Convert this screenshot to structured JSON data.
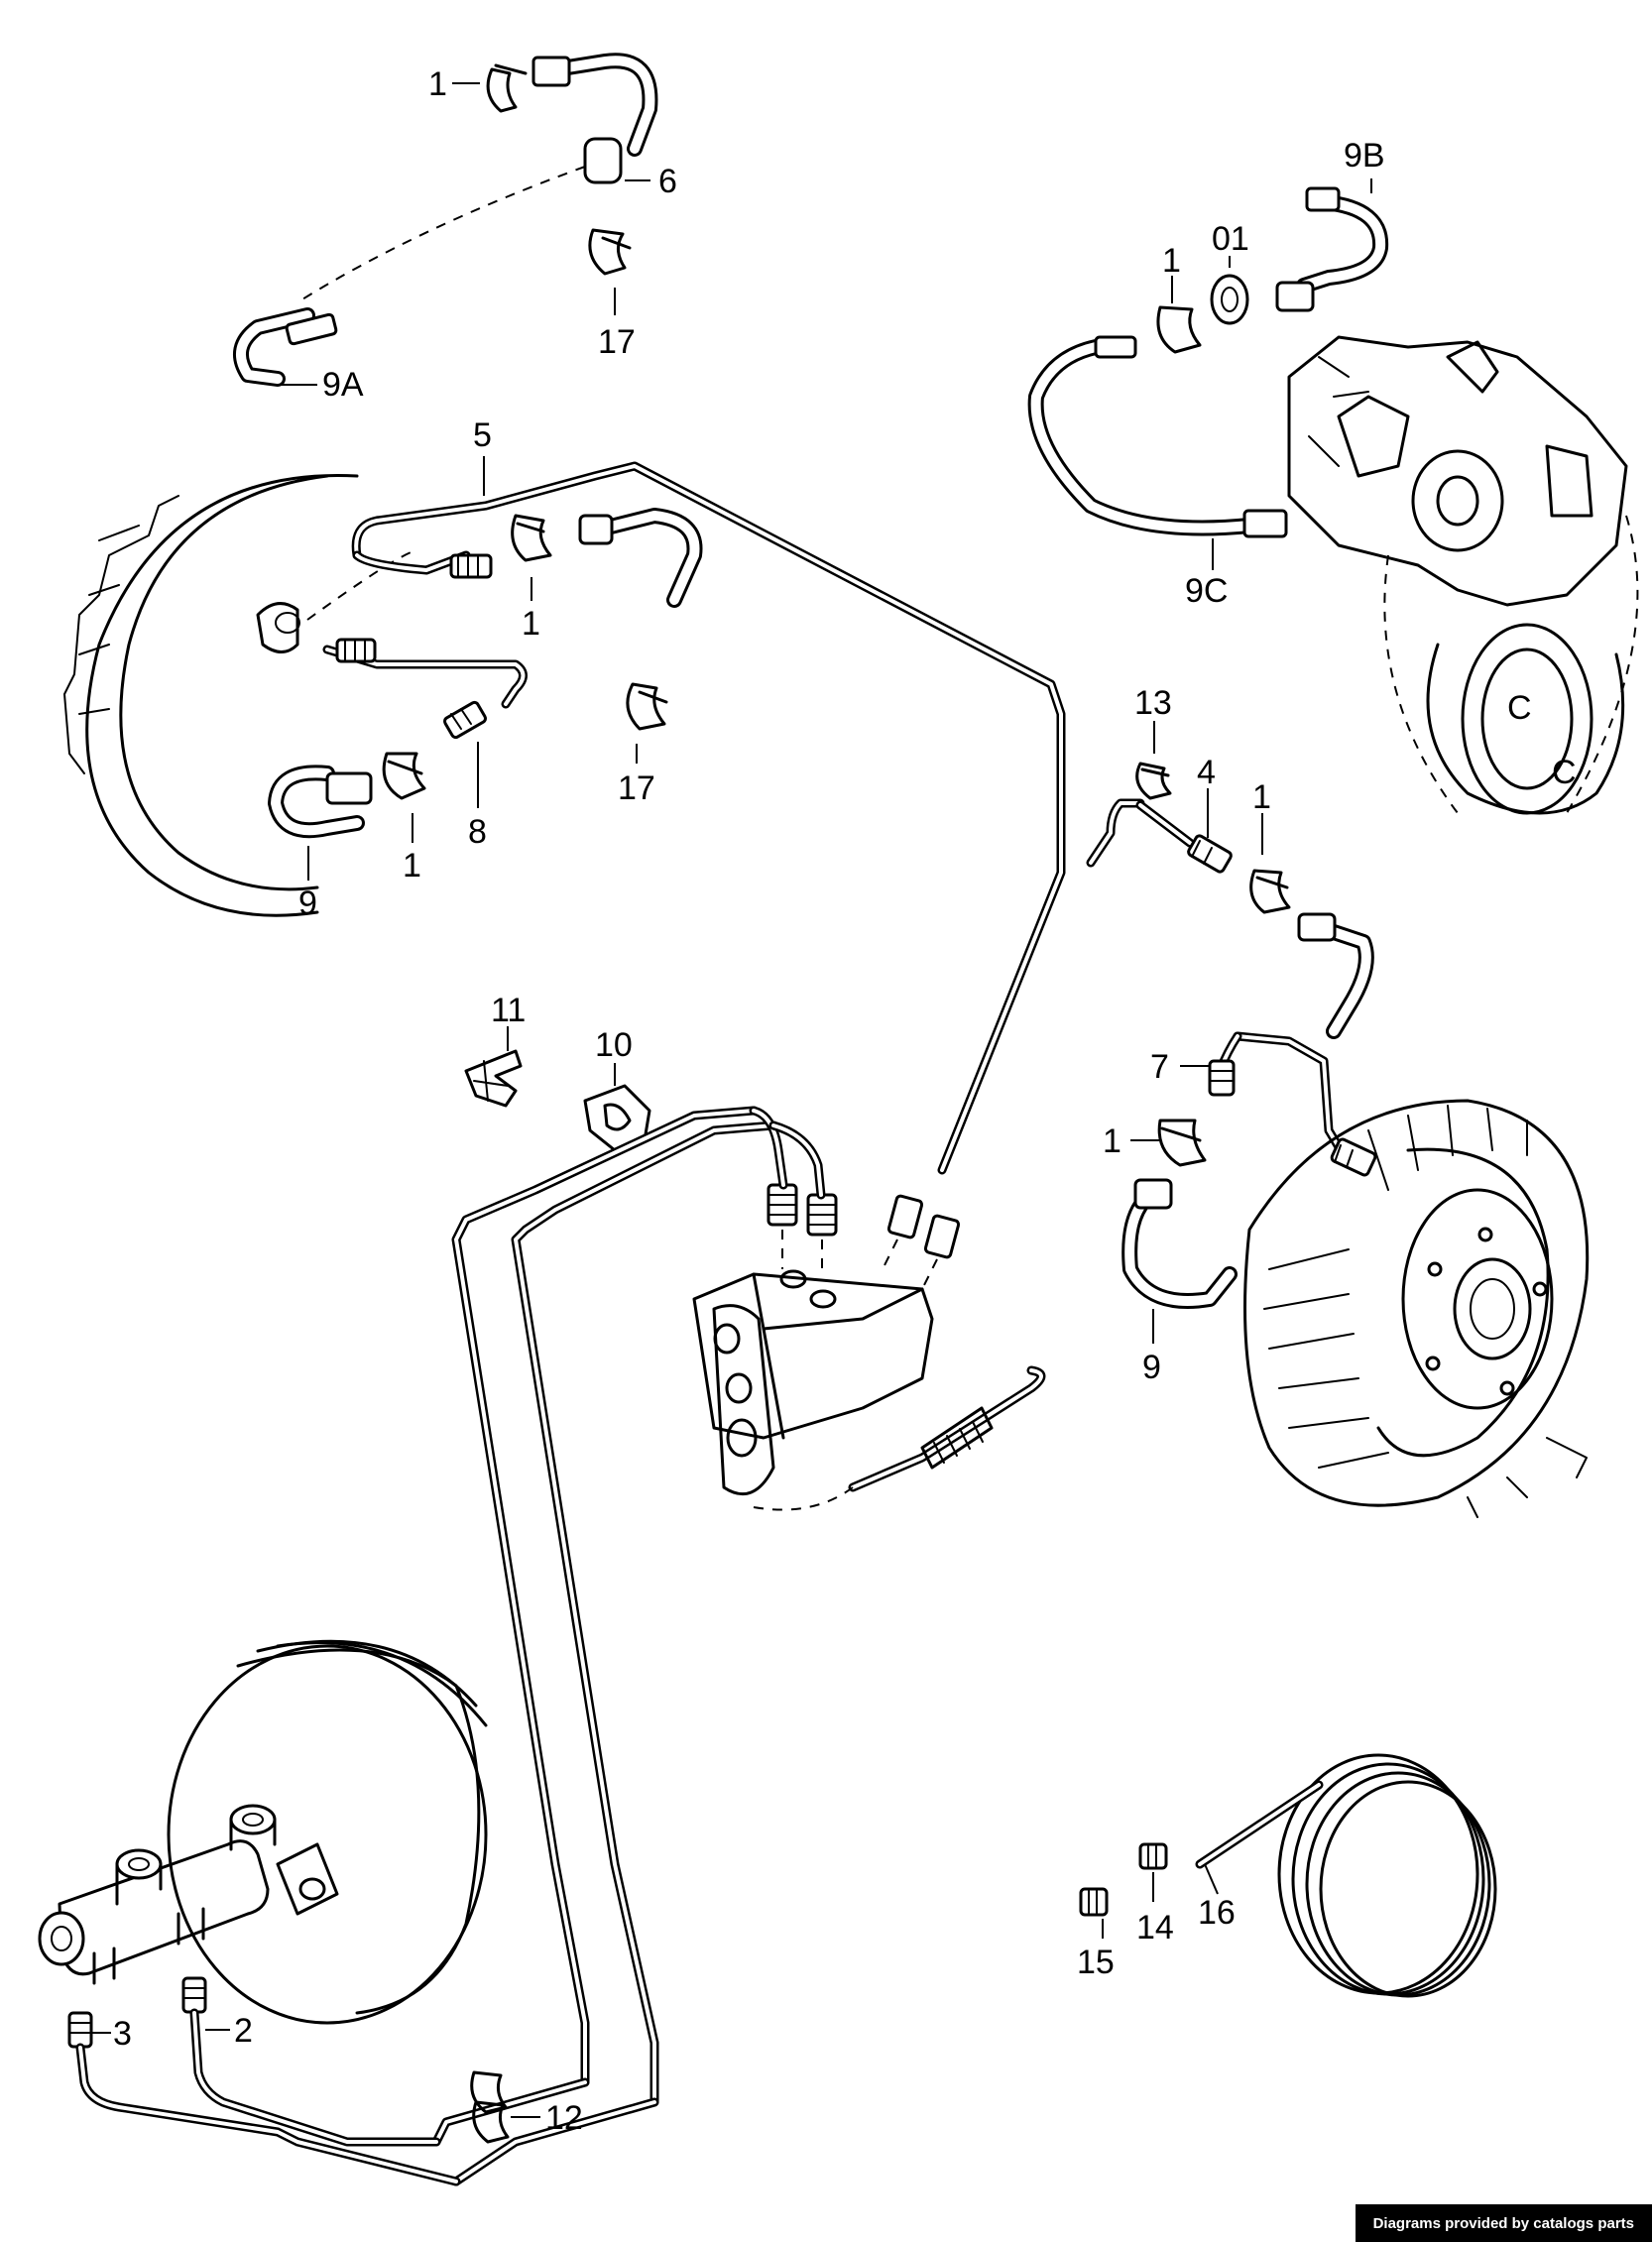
{
  "callouts": {
    "c1_top": "1",
    "c6": "6",
    "c17_top": "17",
    "c9A": "9A",
    "c9B": "9B",
    "c01": "01",
    "c1_caliper": "1",
    "c9C": "9C",
    "c5": "5",
    "c1_left_upper": "1",
    "c17_mid": "17",
    "c8": "8",
    "c1_left_lower": "1",
    "c9_left": "9",
    "c13": "13",
    "c4": "4",
    "c1_right": "1",
    "c11": "11",
    "c10": "10",
    "c7": "7",
    "c1_drum": "1",
    "c9_right": "9",
    "c15": "15",
    "c14": "14",
    "c16": "16",
    "c3": "3",
    "c2": "2",
    "c12": "12"
  },
  "footer": {
    "credit": "Diagrams provided by catalogs parts"
  },
  "colors": {
    "line": "#000000",
    "background": "#ffffff",
    "badge_background": "#000000",
    "badge_text": "#ffffff"
  }
}
